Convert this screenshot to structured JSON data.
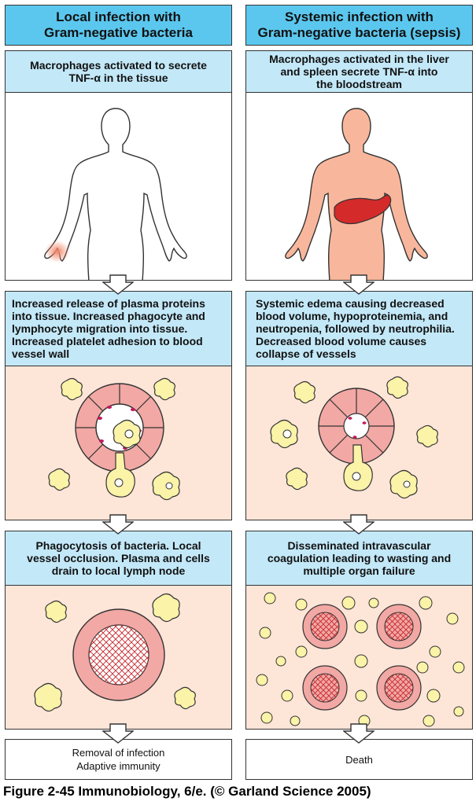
{
  "left": {
    "header": "Local infection with\nGram-negative bacteria",
    "step1": "Macrophages activated to secrete\nTNF-α in the tissue",
    "step2": "Increased release of plasma proteins\ninto tissue. Increased phagocyte and\nlymphocyte migration into tissue.\nIncreased platelet adhesion to blood\nvessel wall",
    "step3": "Phagocytosis of bacteria. Local\nvessel occlusion. Plasma and cells\ndrain to local lymph node",
    "outcome": "Removal of infection\nAdaptive immunity"
  },
  "right": {
    "header": "Systemic infection with\nGram-negative bacteria (sepsis)",
    "step1": "Macrophages activated in the liver\nand spleen secrete TNF-α into\nthe bloodstream",
    "step2": "Systemic edema causing decreased\nblood volume, hypoproteinemia, and\nneutropenia, followed by neutrophilia.\nDecreased blood volume causes\ncollapse of vessels",
    "step3": "Disseminated intravascular\ncoagulation leading to wasting and\nmultiple organ failure",
    "outcome": "Death"
  },
  "caption": "Figure 2-45  Immunobiology, 6/e. (© Garland Science 2005)",
  "colors": {
    "header_blue": "#5bc7ee",
    "label_blue": "#c3e8f8",
    "tissue_peach": "#fde5d8",
    "vessel_pink": "#f2a8a4",
    "cell_yellow": "#faf3a8",
    "liver_red": "#d42a2a",
    "inflammation": "#f2876a"
  }
}
